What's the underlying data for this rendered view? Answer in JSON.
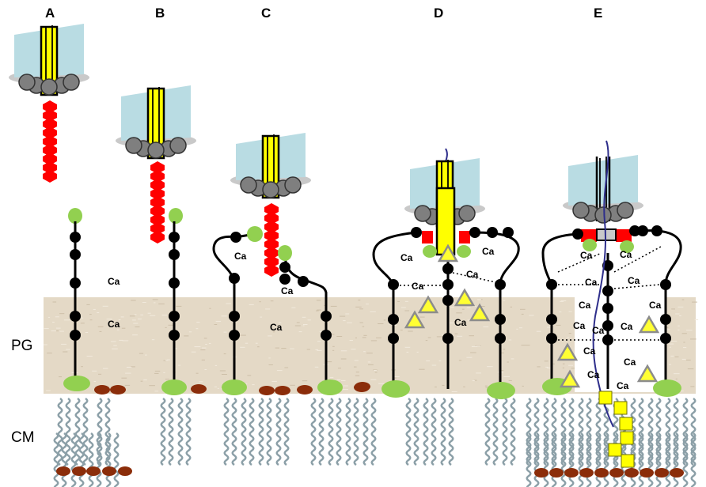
{
  "panels": [
    {
      "id": "A",
      "label": "A"
    },
    {
      "id": "B",
      "label": "B"
    },
    {
      "id": "C",
      "label": "C"
    },
    {
      "id": "D",
      "label": "D"
    },
    {
      "id": "E",
      "label": "E"
    }
  ],
  "layers": {
    "pg": "PG",
    "cm": "CM"
  },
  "ion_label": "Ca",
  "colors": {
    "pg_layer": "#e4d9c6",
    "tunnel": "#b9dce3",
    "base_disc": "#c9c9c9",
    "gray_subunit": "#7f7f7f",
    "central_shaft": "#ffff00",
    "red_chain": "#ff0000",
    "chain_bead": "#000000",
    "green_head": "#92d050",
    "brown_lipid": "#8b2d0a",
    "lipid_tail": "#8ca0a8",
    "triangle": "#ffff33",
    "triangle_border": "#8c8c8c",
    "square": "#ffff00",
    "fiber": "#2e2e8b"
  },
  "icons": [
    "tunnel-icon",
    "subunit-icon",
    "shaft-icon",
    "chain-icon",
    "green-head-icon",
    "lipid-icon",
    "triangle-icon",
    "square-icon"
  ]
}
